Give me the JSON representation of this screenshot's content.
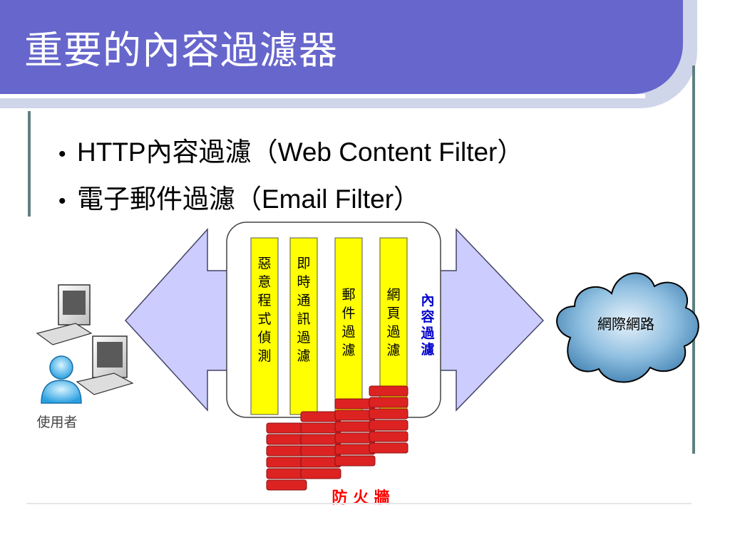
{
  "slide": {
    "title": "重要的內容過濾器",
    "bullets": [
      "HTTP內容過濾（Web Content Filter）",
      "電子郵件過濾（Email Filter）"
    ]
  },
  "diagram": {
    "user_label": "使用者",
    "internet_label": "網際網路",
    "firewall_label": "防 火 牆",
    "content_filter_label": "內容過濾",
    "filters": [
      {
        "name": "惡意程式偵測"
      },
      {
        "name": "即時通訊過濾"
      },
      {
        "name": "郵件過濾"
      },
      {
        "name": "網頁過濾"
      }
    ]
  },
  "colors": {
    "title_bg": "#6666cc",
    "arrow_fill": "#ccccff",
    "filter_column": "#ffff00",
    "firewall_brick": "#dd2222",
    "firewall_text": "#ff0000",
    "content_filter_text": "#0000cc",
    "cloud_fill": "#6aa6d0"
  }
}
